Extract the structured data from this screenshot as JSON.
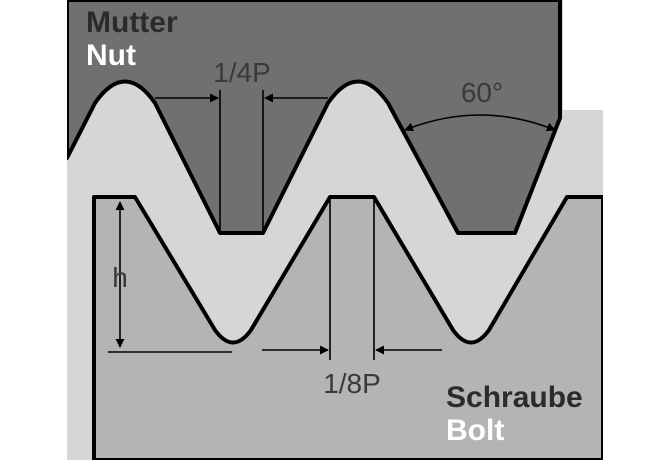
{
  "labels": {
    "mutter": "Mutter",
    "nut": "Nut",
    "quarter_pitch": "1/4P",
    "angle": "60°",
    "height": "h",
    "eighth_pitch": "1/8P",
    "schraube": "Schraube",
    "bolt": "Bolt"
  },
  "colors": {
    "nut_fill": "#707070",
    "bolt_fill": "#b4b4b4",
    "gap_fill": "#d6d6d6",
    "outline": "#000000",
    "label_dark": "#2b2b2b",
    "label_light": "#ffffff",
    "annotation": "#3a3a3a"
  }
}
